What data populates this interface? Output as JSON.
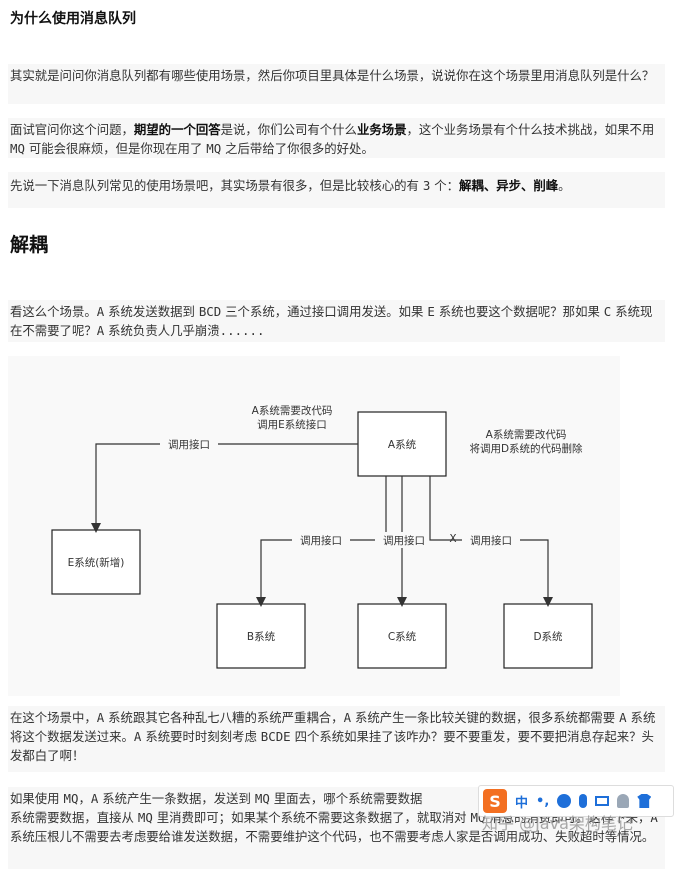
{
  "heading1": "为什么使用消息队列",
  "p1": {
    "text": "其实就是问问你消息队列都有哪些使用场景，然后你项目里具体是什么场景，说说你在这个场景里用消息队列是什么？"
  },
  "p2": {
    "a": "面试官问你这个问题，",
    "b1": "期望的一个回答",
    "c": "是说，你们公司有个什么",
    "b2": "业务场景",
    "d": "，这个业务场景有个什么技术挑战，如果不用 ",
    "mq1": "MQ",
    "e": " 可能会很麻烦，但是你现在用了 ",
    "mq2": "MQ",
    "f": " 之后带给了你很多的好处。"
  },
  "p3": {
    "a": "先说一下消息队列常见的使用场景吧，其实场景有很多，但是比较核心的有 ",
    "num": "3",
    "b": " 个：",
    "k1": "解耦",
    "sep1": "、",
    "k2": "异步",
    "sep2": "、",
    "k3": "削峰",
    "end": "。"
  },
  "heading2": "解耦",
  "p4": {
    "a": "看这么个场景。",
    "c1": "A",
    "b": " 系统发送数据到 ",
    "c2": "BCD",
    "c": " 三个系统，通过接口调用发送。如果 ",
    "c3": "E",
    "d": " 系统也要这个数据呢？那如果 ",
    "c4": "C",
    "e": " 系统现在不需要了呢？",
    "c5": "A",
    "f": " 系统负责人几乎崩溃",
    "c6": "......"
  },
  "diagram": {
    "box_a": "A系统",
    "box_b": "B系统",
    "box_c": "C系统",
    "box_d": "D系统",
    "box_e": "E系统(新增)",
    "note_left_1": "A系统需要改代码",
    "note_left_2": "调用E系统接口",
    "note_right_1": "A系统需要改代码",
    "note_right_2": "将调用D系统的代码删除",
    "edge_e": "调用接口",
    "edge_b": "调用接口",
    "edge_c": "调用接口",
    "edge_d": "调用接口",
    "cut_mark": "X"
  },
  "p5": {
    "a": "在这个场景中，",
    "c1": "A",
    "b": " 系统跟其它各种乱七八糟的系统严重耦合，",
    "c2": "A",
    "c": " 系统产生一条比较关键的数据，很多系统都需要 ",
    "c3": "A",
    "d": " 系统将这个数据发送过来。",
    "c4": "A",
    "e": " 系统要时时刻刻考虑 ",
    "c5": "BCDE",
    "f": " 四个系统如果挂了该咋办？要不要重发，要不要把消息存起来？头发都白了啊！"
  },
  "p6": {
    "a": "如果使用 ",
    "c1": "MQ",
    "b": "，",
    "c2": "A",
    "c": " 系统产生一条数据，发送到 ",
    "c3": "MQ",
    "d": " 里面去，哪个系统需要数据",
    "e": "系统需要数据，直接从 ",
    "c4": "MQ",
    "f": " 里消费即可；如果某个系统不需要这条数据了，就取消对 ",
    "c5": "MQ",
    "g": " 消息的消费即可。这样下来，",
    "c6": "A",
    "h": " 系统压根儿不需要去考虑要给谁发送数据，不需要维护这个代码，也不需要考虑人家是否调用成功、失败超时等情况。"
  },
  "ime": {
    "logo": "S",
    "lang": "中",
    "punct": "•,"
  },
  "watermark": "知乎 @Java架构笔记"
}
